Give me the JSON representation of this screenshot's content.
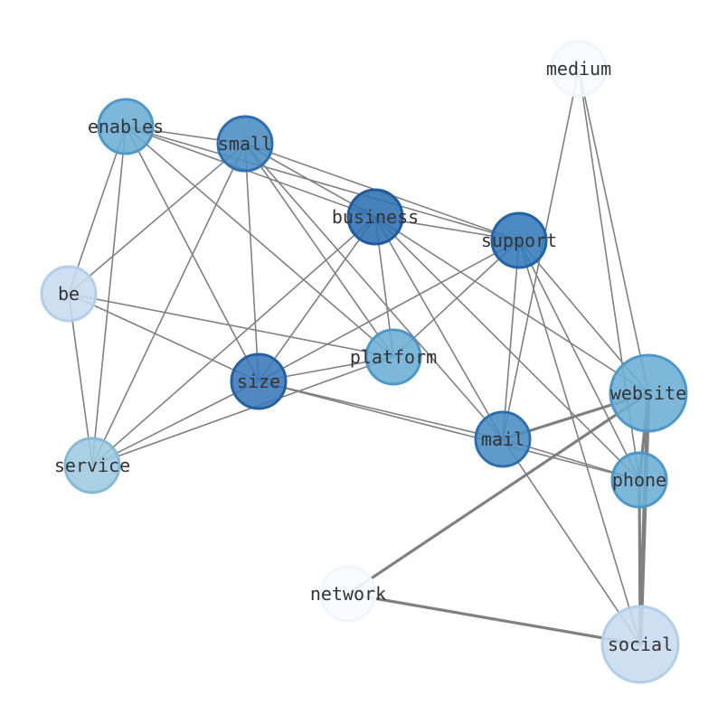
{
  "graph": {
    "nodes": [
      {
        "id": "medium",
        "label": "medium",
        "fill": "#f7fbff",
        "stroke": "#eef5fd"
      },
      {
        "id": "enables",
        "label": "enables",
        "fill": "#6baed6",
        "stroke": "#4f97c6"
      },
      {
        "id": "small",
        "label": "small",
        "fill": "#4a8cc4",
        "stroke": "#2f6fad"
      },
      {
        "id": "business",
        "label": "business",
        "fill": "#2e6fb3",
        "stroke": "#1f5a9a"
      },
      {
        "id": "support",
        "label": "support",
        "fill": "#3479bb",
        "stroke": "#2262a3"
      },
      {
        "id": "be",
        "label": "be",
        "fill": "#c6dbef",
        "stroke": "#b3cfe8"
      },
      {
        "id": "platform",
        "label": "platform",
        "fill": "#6baed6",
        "stroke": "#4f97c6"
      },
      {
        "id": "size",
        "label": "size",
        "fill": "#3a78b8",
        "stroke": "#255f9f"
      },
      {
        "id": "website",
        "label": "website",
        "fill": "#6baed6",
        "stroke": "#4f97c6"
      },
      {
        "id": "service",
        "label": "service",
        "fill": "#9ecae1",
        "stroke": "#86b9d6"
      },
      {
        "id": "mail",
        "label": "mail",
        "fill": "#4a8cc4",
        "stroke": "#2f6fad"
      },
      {
        "id": "phone",
        "label": "phone",
        "fill": "#6baed6",
        "stroke": "#4f97c6"
      },
      {
        "id": "network",
        "label": "network",
        "fill": "#f7fbff",
        "stroke": "#eef5fd"
      },
      {
        "id": "social",
        "label": "social",
        "fill": "#c6dbef",
        "stroke": "#b3cfe8"
      }
    ],
    "edges": [
      {
        "source": "enables",
        "target": "small",
        "weight": 1
      },
      {
        "source": "enables",
        "target": "business",
        "weight": 1
      },
      {
        "source": "enables",
        "target": "support",
        "weight": 1
      },
      {
        "source": "enables",
        "target": "be",
        "weight": 1
      },
      {
        "source": "enables",
        "target": "service",
        "weight": 1
      },
      {
        "source": "enables",
        "target": "size",
        "weight": 1
      },
      {
        "source": "enables",
        "target": "platform",
        "weight": 1
      },
      {
        "source": "small",
        "target": "business",
        "weight": 1
      },
      {
        "source": "small",
        "target": "support",
        "weight": 1
      },
      {
        "source": "small",
        "target": "be",
        "weight": 1
      },
      {
        "source": "small",
        "target": "size",
        "weight": 1
      },
      {
        "source": "small",
        "target": "service",
        "weight": 1
      },
      {
        "source": "small",
        "target": "platform",
        "weight": 1
      },
      {
        "source": "small",
        "target": "mail",
        "weight": 1
      },
      {
        "source": "business",
        "target": "support",
        "weight": 1
      },
      {
        "source": "business",
        "target": "platform",
        "weight": 1
      },
      {
        "source": "business",
        "target": "size",
        "weight": 1
      },
      {
        "source": "business",
        "target": "service",
        "weight": 1
      },
      {
        "source": "business",
        "target": "mail",
        "weight": 1
      },
      {
        "source": "business",
        "target": "website",
        "weight": 1
      },
      {
        "source": "business",
        "target": "phone",
        "weight": 1
      },
      {
        "source": "support",
        "target": "size",
        "weight": 1
      },
      {
        "source": "support",
        "target": "platform",
        "weight": 1
      },
      {
        "source": "support",
        "target": "mail",
        "weight": 1
      },
      {
        "source": "support",
        "target": "website",
        "weight": 1
      },
      {
        "source": "support",
        "target": "phone",
        "weight": 1
      },
      {
        "source": "support",
        "target": "social",
        "weight": 1
      },
      {
        "source": "be",
        "target": "platform",
        "weight": 1
      },
      {
        "source": "be",
        "target": "size",
        "weight": 1
      },
      {
        "source": "be",
        "target": "service",
        "weight": 1
      },
      {
        "source": "size",
        "target": "platform",
        "weight": 1
      },
      {
        "source": "size",
        "target": "service",
        "weight": 1
      },
      {
        "source": "size",
        "target": "mail",
        "weight": 1
      },
      {
        "source": "size",
        "target": "phone",
        "weight": 1
      },
      {
        "source": "platform",
        "target": "service",
        "weight": 1
      },
      {
        "source": "medium",
        "target": "mail",
        "weight": 1
      },
      {
        "source": "medium",
        "target": "website",
        "weight": 1
      },
      {
        "source": "medium",
        "target": "phone",
        "weight": 1
      },
      {
        "source": "mail",
        "target": "website",
        "weight": 2
      },
      {
        "source": "mail",
        "target": "phone",
        "weight": 1
      },
      {
        "source": "mail",
        "target": "social",
        "weight": 1
      },
      {
        "source": "website",
        "target": "phone",
        "weight": 2
      },
      {
        "source": "website",
        "target": "social",
        "weight": 3
      },
      {
        "source": "website",
        "target": "network",
        "weight": 2
      },
      {
        "source": "phone",
        "target": "social",
        "weight": 2
      },
      {
        "source": "network",
        "target": "social",
        "weight": 2
      }
    ]
  }
}
